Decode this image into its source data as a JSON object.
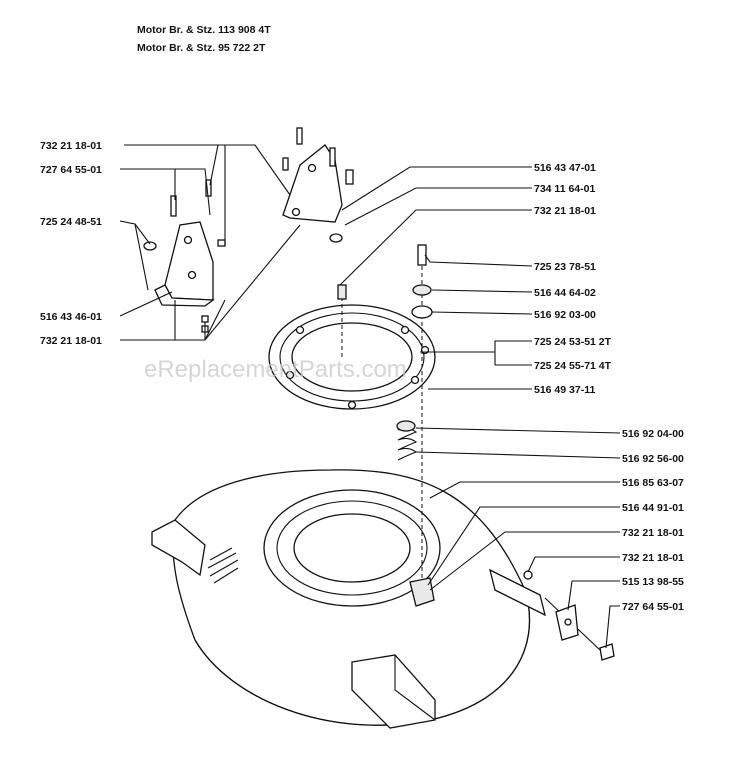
{
  "header": {
    "line1": "Motor Br. & Stz. 113 908 4T",
    "line2": "Motor Br. & Stz. 95 722 2T"
  },
  "labels_left": [
    "732 21 18-01",
    "727 64 55-01",
    "725 24 48-51",
    "516 43 46-01",
    "732 21 18-01"
  ],
  "labels_right": [
    "516 43 47-01",
    "734 11 64-01",
    "732 21 18-01",
    "725 23 78-51",
    "516 44 64-02",
    "516 92 03-00",
    "725 24 53-51  2T",
    "725 24 55-71  4T",
    "516 49 37-11",
    "516 92 04-00",
    "516 92 56-00",
    "516 85 63-07",
    "516 44 91-01",
    "732 21 18-01",
    "732 21 18-01",
    "515 13 98-55",
    "727 64 55-01"
  ],
  "watermark": "eReplacementParts.com"
}
